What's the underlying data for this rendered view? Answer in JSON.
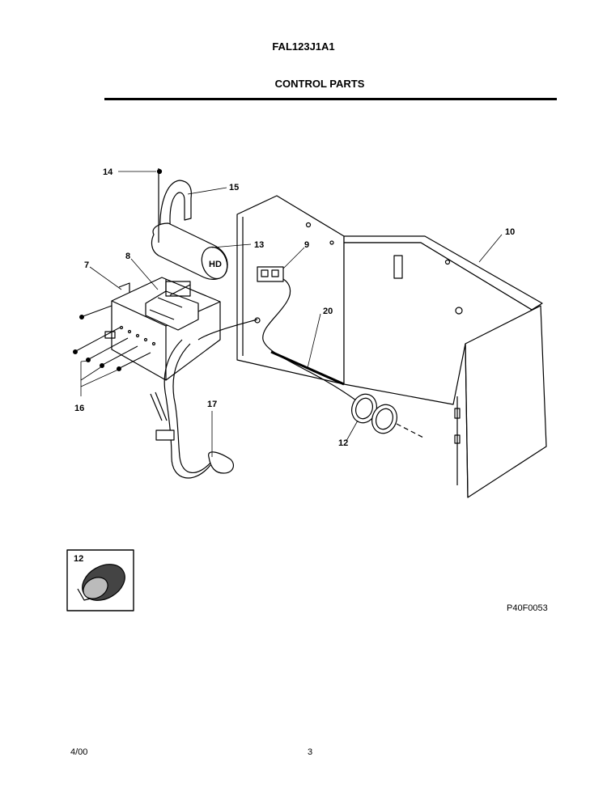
{
  "header": {
    "model": "FAL123J1A1",
    "section": "CONTROL PARTS"
  },
  "callouts": [
    "14",
    "15",
    "13",
    "9",
    "10",
    "7",
    "8",
    "20",
    "16",
    "17",
    "12"
  ],
  "inset": {
    "callout": "12"
  },
  "footer": {
    "figure_code": "P40F0053",
    "date": "4/00",
    "page": "3"
  }
}
